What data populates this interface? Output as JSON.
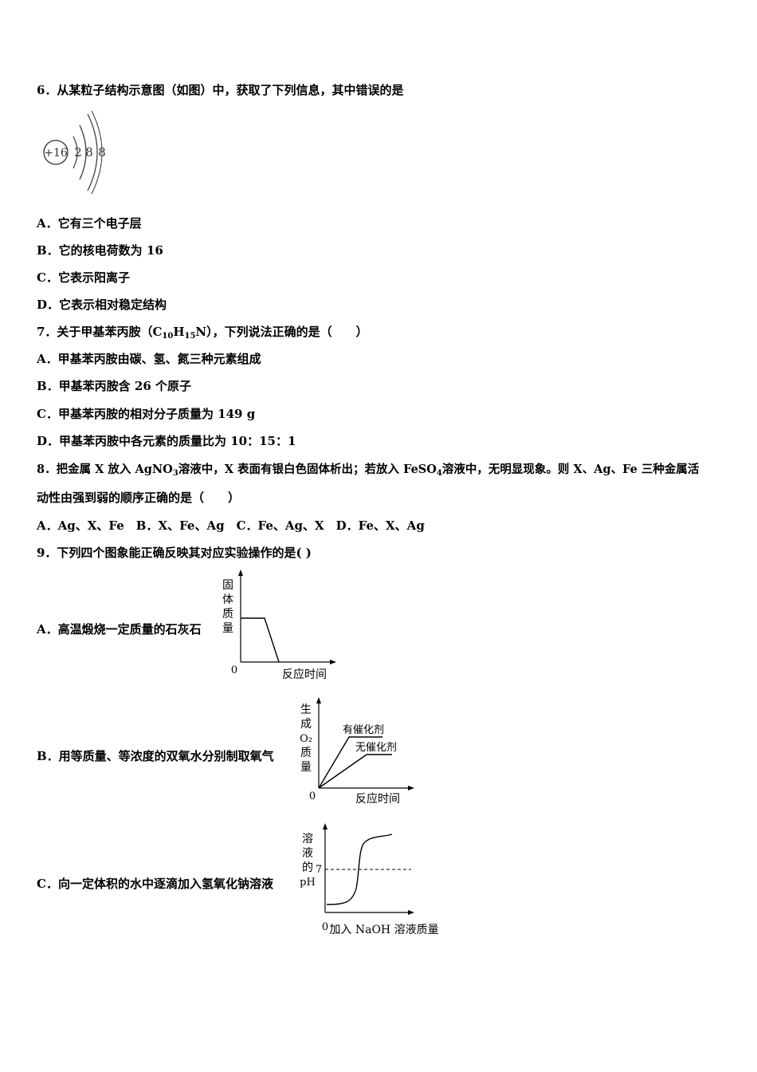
{
  "q6": {
    "stem": "6．从某粒子结构示意图（如图）中，获取了下列信息，其中错误的是",
    "diagram": {
      "nucleus": "+16",
      "electrons": [
        "2",
        "8",
        "8"
      ]
    },
    "options": [
      "A．它有三个电子层",
      "B．它的核电荷数为 16",
      "C．它表示阳离子",
      "D．它表示相对稳定结构"
    ]
  },
  "q7": {
    "stem_pre": "7．关于甲基苯丙胺（C",
    "sub1": "10",
    "mid1": "H",
    "sub2": "15",
    "stem_post": "N），下列说法正确的是（　　）",
    "options": [
      "A．甲基苯丙胺由碳、氢、氮三种元素组成",
      "B．甲基苯丙胺含 26 个原子",
      "C．甲基苯丙胺的相对分子质量为 149 g",
      "D．甲基苯丙胺中各元素的质量比为 10：15：1"
    ]
  },
  "q8": {
    "line1_pre": "8．把金属 X 放入 AgNO",
    "line1_sub1": "3",
    "line1_mid": "溶液中，X 表面有银白色固体析出；若放入 FeSO",
    "line1_sub2": "4",
    "line1_post": "溶液中，无明显现象。则 X、Ag、Fe 三种金属活",
    "line2": "动性由强到弱的顺序正确的是（　　）",
    "options": "A．Ag、X、Fe　B．X、Fe、Ag　C．Fe、Ag、X　D．Fe、X、Ag"
  },
  "q9": {
    "stem": "9．下列四个图象能正确反映其对应实验操作的是(  )",
    "optA": "A．高温煅烧一定质量的石灰石",
    "optB": "B．用等质量、等浓度的双氧水分别制取氧气",
    "optC": "C．向一定体积的水中逐滴加入氢氧化钠溶液",
    "graphA": {
      "ylabel": [
        "固",
        "体",
        "质",
        "量"
      ],
      "origin": "0",
      "xlabel": "反应时间"
    },
    "graphB": {
      "ylabel": [
        "生",
        "成",
        "O₂",
        "质",
        "量"
      ],
      "origin": "0",
      "xlabel": "反应时间",
      "series": [
        "有催化剂",
        "无催化剂"
      ]
    },
    "graphC": {
      "ylabel": [
        "溶",
        "液",
        "的",
        "pH"
      ],
      "origin": "0",
      "xlabel": "加入 NaOH 溶液质量",
      "ref": "7"
    }
  }
}
